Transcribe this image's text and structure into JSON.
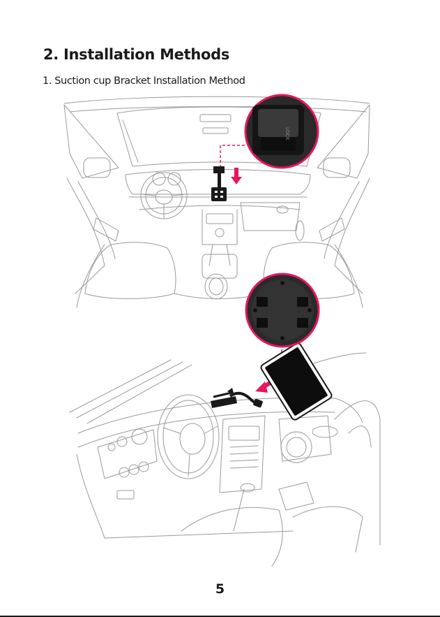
{
  "section": {
    "title": "2. Installation Methods",
    "subtitle": "1. Suction cup Bracket Installation Method"
  },
  "illustrations": [
    {
      "name": "car-interior-front-view",
      "detail": "suction-cup-lock-closeup"
    },
    {
      "name": "dashboard-side-view",
      "detail": "bracket-back-plate-closeup"
    }
  ],
  "colors": {
    "accent": "#e6175c",
    "line": "#9a9a9a",
    "text": "#1a1a1a"
  },
  "page": {
    "number": "5"
  }
}
